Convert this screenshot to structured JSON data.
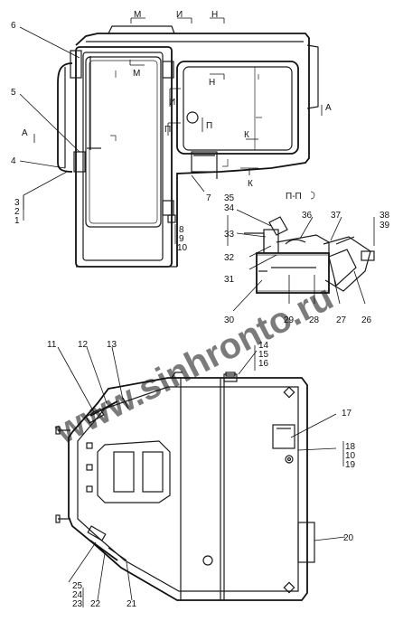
{
  "callouts": [
    "1",
    "2",
    "3",
    "4",
    "5",
    "6",
    "7",
    "8",
    "9",
    "10",
    "11",
    "12",
    "13",
    "14",
    "15",
    "16",
    "17",
    "18",
    "19",
    "20",
    "21",
    "22",
    "23",
    "24",
    "25",
    "26",
    "27",
    "28",
    "29",
    "30",
    "31",
    "32",
    "33",
    "34",
    "35",
    "36",
    "37",
    "38",
    "39"
  ],
  "section_marks": {
    "m": "М",
    "i": "И",
    "n": "Н",
    "a": "А",
    "p": "П",
    "k": "К"
  },
  "section_title": "П-П",
  "watermark": "www.sinhronto.ru",
  "colors": {
    "line": "#1a1a1a",
    "background": "#ffffff",
    "watermark": "#b9b9b9"
  }
}
